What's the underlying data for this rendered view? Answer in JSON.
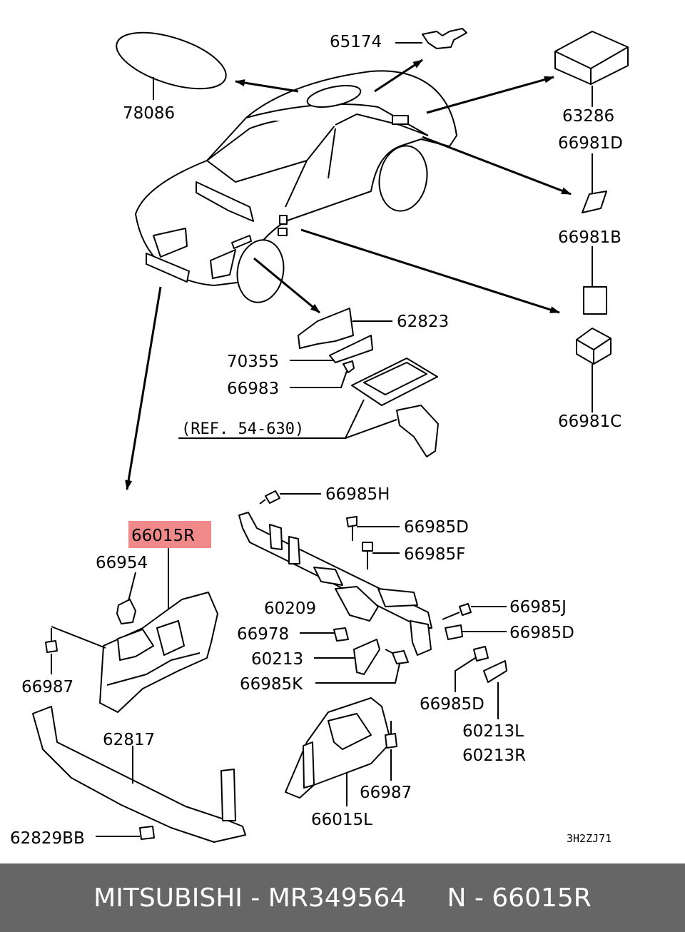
{
  "highlight_color": "#f08a8a",
  "footer_color": "#666666",
  "labels": {
    "p78086": "78086",
    "p65174": "65174",
    "p63286": "63286",
    "p66981D": "66981D",
    "p66981B": "66981B",
    "p66981C": "66981C",
    "p62823": "62823",
    "p70355": "70355",
    "p66983": "66983",
    "ref": "(REF. 54-630)",
    "p66985H": "66985H",
    "p66985D_a": "66985D",
    "p66985F": "66985F",
    "p66015R": "66015R",
    "p66954": "66954",
    "p60209": "60209",
    "p66978": "66978",
    "p60213": "60213",
    "p66985K": "66985K",
    "p66985J": "66985J",
    "p66985D_b": "66985D",
    "p66985D_c": "66985D",
    "p60213L": "60213L",
    "p60213R": "60213R",
    "p66987_a": "66987",
    "p62817": "62817",
    "p66987_b": "66987",
    "p66015L": "66015L",
    "p62829BB": "62829BB",
    "diagram_code": "3H2ZJ71"
  },
  "footer": {
    "text": "MITSUBISHI - MR349564     N - 66015R"
  }
}
